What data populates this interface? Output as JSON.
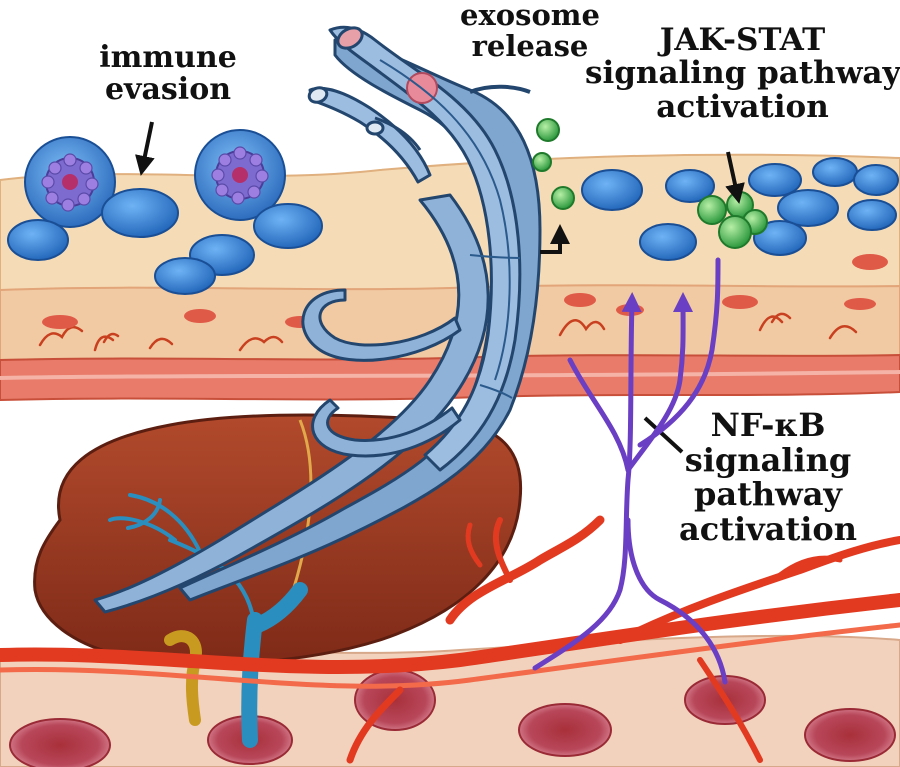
{
  "labels": {
    "immune_evasion": [
      "immune",
      "evasion"
    ],
    "exosome_release": [
      "exosome",
      "release"
    ],
    "jak_stat": [
      "JAK-STAT",
      "signaling pathway",
      "activation"
    ],
    "nf_kb": [
      "NF-κB",
      "signaling",
      "pathway",
      "activation"
    ]
  },
  "colors": {
    "tissue": "#f3d2a6",
    "tissue_edge": "#d89a64",
    "vessel": "#e23a20",
    "immune_cell": "#2f7fd4",
    "worm": "#7fa6cf",
    "worm_outline": "#23466e",
    "liver": "#9b3a22",
    "exosome": "#4caf50",
    "pathway_arrow": "#6a3fc4",
    "bile_duct": "#d4a020",
    "portal_vein": "#2a8fbf"
  },
  "icons": [
    "immune-cell-icon",
    "exosome-vesicle-icon",
    "schistosome-worm-icon",
    "liver-icon",
    "blood-vessel-icon"
  ]
}
